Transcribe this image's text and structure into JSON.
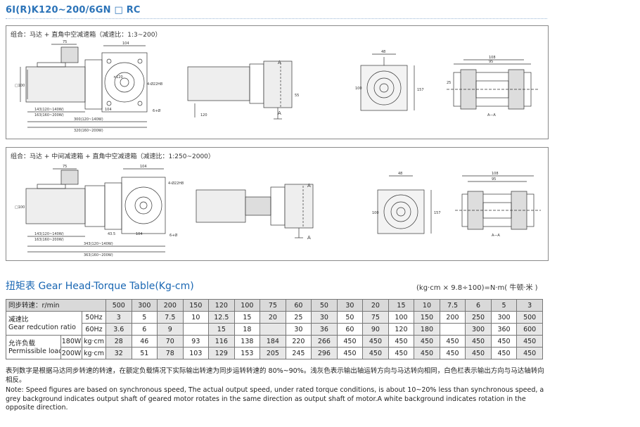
{
  "title": "6I(R)K120~200/6GN □ RC",
  "panels": [
    {
      "caption": "组合：马达 + 直角中空减速箱（减速比：1:3~200）",
      "dims": [
        "75",
        "104",
        "4-Ø22H8",
        "×120",
        "□100",
        "143(120~140W)",
        "163(160~200W)",
        "104",
        "300(120~140W)",
        "320(160~200W)",
        "6+Ø",
        "A",
        "A",
        "48",
        "100",
        "157",
        "55",
        "108",
        "95",
        "25",
        "120",
        "A—A"
      ]
    },
    {
      "caption": "组合：马达 + 中间减速箱 + 直角中空减速箱（减速比：1:250~2000）",
      "dims": [
        "75",
        "104",
        "4-Ø22H8",
        "□100",
        "143(120~140W)",
        "163(160~200W)",
        "43.5",
        "104",
        "343(120~140W)",
        "363(160~200W)",
        "6+Ø",
        "A",
        "A",
        "48",
        "100",
        "157",
        "108",
        "95",
        "A—A"
      ]
    }
  ],
  "torque": {
    "heading": "扭矩表 Gear Head-Torque Table(Kg-cm)",
    "unit_note": "(kg·cm × 9.8÷100)=N·m( 牛顿·米 )",
    "speed_label": "同步转速：r/min",
    "speeds": [
      "500",
      "300",
      "200",
      "150",
      "120",
      "100",
      "75",
      "60",
      "50",
      "30",
      "20",
      "15",
      "10",
      "7.5",
      "6",
      "5",
      "3"
    ],
    "ratio_label_cn": "减速比",
    "ratio_label_en": "Gear redcution ratio",
    "hz50": "50Hz",
    "hz60": "60Hz",
    "ratio50": [
      "3",
      "5",
      "7.5",
      "10",
      "12.5",
      "15",
      "20",
      "25",
      "30",
      "50",
      "75",
      "100",
      "150",
      "200",
      "250",
      "300",
      "500"
    ],
    "ratio60": [
      "3.6",
      "6",
      "9",
      "",
      "15",
      "18",
      "",
      "30",
      "36",
      "60",
      "90",
      "120",
      "180",
      "",
      "300",
      "360",
      "600"
    ],
    "load_label_cn": "允许负载",
    "load_label_en": "Permissible load",
    "w180": "180W",
    "w200": "200W",
    "kgcm": "kg·cm",
    "load180": [
      "28",
      "46",
      "70",
      "93",
      "116",
      "138",
      "184",
      "220",
      "266",
      "450",
      "450",
      "450",
      "450",
      "450",
      "450",
      "450",
      "450"
    ],
    "load200": [
      "32",
      "51",
      "78",
      "103",
      "129",
      "153",
      "205",
      "245",
      "296",
      "450",
      "450",
      "450",
      "450",
      "450",
      "450",
      "450",
      "450"
    ]
  },
  "notes": {
    "cn": "表列数字是根据马达同步转速的转速，在额定负载情况下实际输出转速为同步运转转速的 80%~90%。浅灰色表示输出轴运转方向与马达转向相同，白色栏表示输出方向与马达轴转向相反。",
    "en": "Note: Speed figures are based on synchronous speed, The actual output speed, under rated torque conditions, is about 10~20% less than synchronous speed, a grey background indicates output shaft of geared motor rotates in the same direction as output shaft of motor.A white background indicates rotation in the opposite direction."
  }
}
